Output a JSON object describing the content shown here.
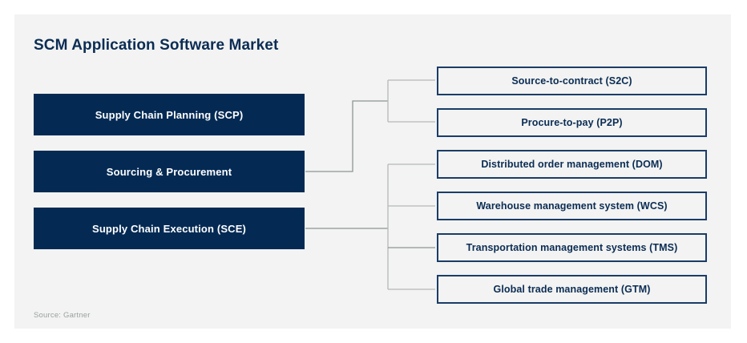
{
  "title": "SCM Application Software Market",
  "source_note": "Source: Gartner",
  "colors": {
    "page_background": "#ffffff",
    "panel_background": "#f2f3f2",
    "navy_fill": "#042a54",
    "navy_text": "#0b2c54",
    "box_border": "#1b3c68",
    "connector_line": "#b5b9b8",
    "source_text": "#9aa0a0"
  },
  "categories": [
    {
      "label": "Supply Chain Planning (SCP)"
    },
    {
      "label": "Sourcing & Procurement"
    },
    {
      "label": "Supply Chain Execution (SCE)"
    }
  ],
  "segments": [
    {
      "label": "Source-to-contract (S2C)"
    },
    {
      "label": "Procure-to-pay (P2P)"
    },
    {
      "label": "Distributed order management (DOM)"
    },
    {
      "label": "Warehouse management system (WCS)"
    },
    {
      "label": "Transportation management systems (TMS)"
    },
    {
      "label": "Global trade management (GTM)"
    },
    {
      "label": ""
    }
  ]
}
